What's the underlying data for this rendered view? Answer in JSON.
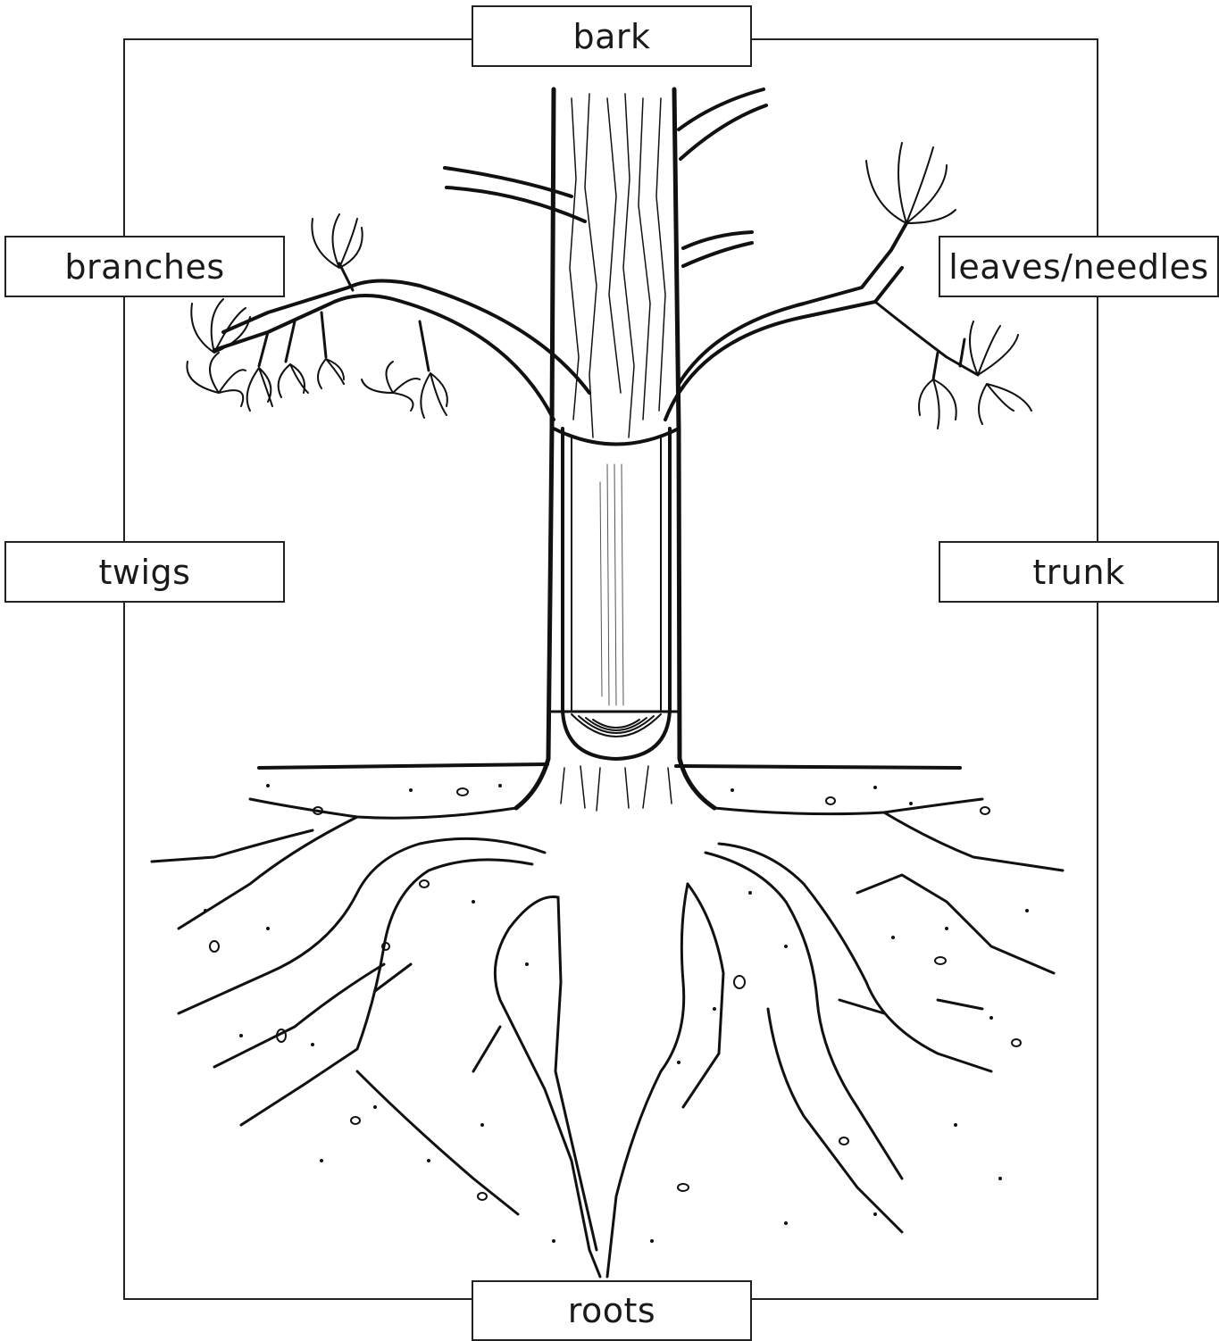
{
  "labels": {
    "bark": "bark",
    "branches": "branches",
    "leaves": "leaves/needles",
    "twigs": "twigs",
    "trunk": "trunk",
    "roots": "roots"
  },
  "colors": {
    "line": "#111111",
    "background": "#ffffff",
    "label_border": "#222222"
  }
}
